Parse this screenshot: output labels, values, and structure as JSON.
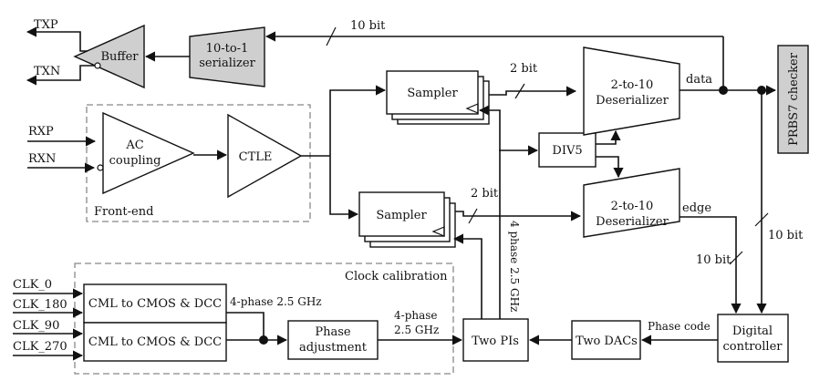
{
  "blocks": {
    "buffer": "Buffer",
    "serializer_line1": "10-to-1",
    "serializer_line2": "serializer",
    "ac_coupling_line1": "AC",
    "ac_coupling_line2": "coupling",
    "ctle": "CTLE",
    "sampler_data": "Sampler",
    "sampler_edge": "Sampler",
    "div5": "DIV5",
    "deser_data_line1": "2-to-10",
    "deser_data_line2": "Deserializer",
    "deser_edge_line1": "2-to-10",
    "deser_edge_line2": "Deserializer",
    "prbs": "PRBS7 checker",
    "cml_top": "CML to CMOS & DCC",
    "cml_bottom": "CML to CMOS & DCC",
    "phase_adj_line1": "Phase",
    "phase_adj_line2": "adjustment",
    "two_pis": "Two PIs",
    "two_dacs": "Two DACs",
    "digital_line1": "Digital",
    "digital_line2": "controller"
  },
  "regions": {
    "front_end": "Front-end",
    "clock_calibration": "Clock calibration"
  },
  "signals": {
    "txp": "TXP",
    "txn": "TXN",
    "rxp": "RXP",
    "rxn": "RXN",
    "clk0": "CLK_0",
    "clk180": "CLK_180",
    "clk90": "CLK_90",
    "clk270": "CLK_270",
    "ten_bit_top": "10 bit",
    "two_bit_data": "2 bit",
    "two_bit_edge": "2 bit",
    "data": "data",
    "edge": "edge",
    "ten_bit_edge": "10 bit",
    "ten_bit_data": "10 bit",
    "four_phase_a": "4-phase 2.5 GHz",
    "four_phase_b1": "4-phase",
    "four_phase_b2": "2.5 GHz",
    "four_phase_vertical": "4 phase 2.5 GHz",
    "phase_code": "Phase code"
  }
}
